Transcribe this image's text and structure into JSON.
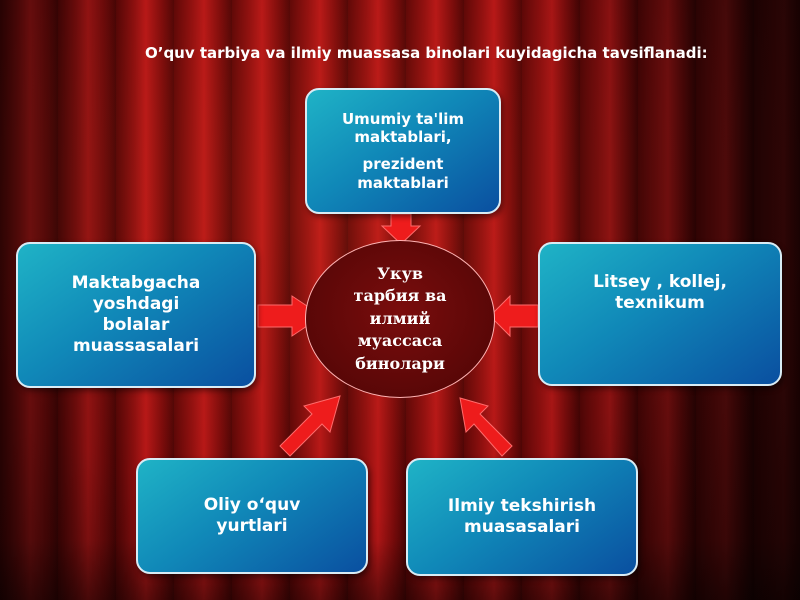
{
  "title": "O’quv tarbiya va ilmiy muassasa binolari kuyidagicha tavsiflanadi:",
  "center": {
    "lines": [
      "Укув",
      "тарбия ва",
      "илмий",
      "муассаса",
      "бинолари"
    ]
  },
  "nodes": {
    "top": {
      "lines": [
        "Umumiy ta'lim",
        "maktablari,",
        "prezident",
        "maktablari"
      ]
    },
    "left": {
      "lines": [
        "Maktabgacha",
        "yoshdagi",
        "bolalar",
        "muassasalari"
      ]
    },
    "right": {
      "lines": [
        "Litsey , kollej,",
        "texnikum"
      ]
    },
    "bottom_left": {
      "lines": [
        "Oliy o‘quv",
        "yurtlari"
      ]
    },
    "bottom_right": {
      "lines": [
        "Ilmiy tekshirish",
        "muasasalari"
      ]
    }
  },
  "colors": {
    "box_gradient": [
      "#1fb3c6",
      "#0a4fa0"
    ],
    "arrow": "#ee1c1c",
    "center_fill": "#5a0707",
    "background": "#8e0f0f"
  }
}
